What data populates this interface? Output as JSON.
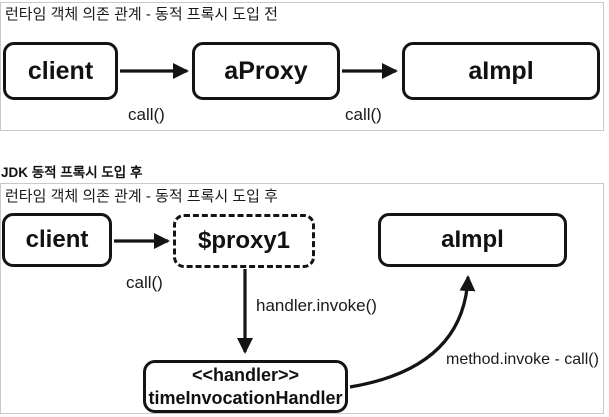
{
  "before": {
    "title": "런타임 객체 의존 관계 - 동적 프록시 도입 전",
    "nodes": {
      "client": "client",
      "aproxy": "aProxy",
      "aimpl": "aImpl"
    },
    "edges": [
      {
        "from": "client",
        "to": "aProxy",
        "label": "call()"
      },
      {
        "from": "aProxy",
        "to": "aImpl",
        "label": "call()"
      }
    ]
  },
  "after": {
    "heading": "JDK 동적 프록시 도입 후",
    "title": "런타임 객체 의존 관계 - 동적 프록시 도입 후",
    "nodes": {
      "client": "client",
      "proxy": "$proxy1",
      "aimpl": "aImpl",
      "handler": {
        "stereotype": "<<handler>>",
        "name": "timeInvocationHandler"
      }
    },
    "edges": [
      {
        "from": "client",
        "to": "$proxy1",
        "label": "call()"
      },
      {
        "from": "$proxy1",
        "to": "timeInvocationHandler",
        "label": "handler.invoke()"
      },
      {
        "from": "timeInvocationHandler",
        "to": "aImpl",
        "label": "method.invoke - call()"
      }
    ]
  },
  "colors": {
    "background": "#ffffff",
    "panel_border": "#c9c9c9",
    "node_border": "#141414",
    "arrow": "#141414",
    "text": "#111111"
  }
}
